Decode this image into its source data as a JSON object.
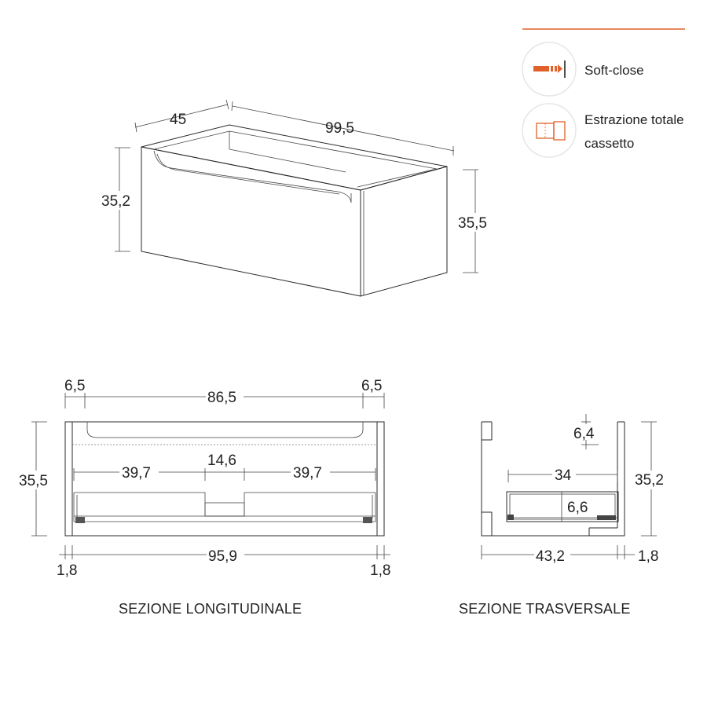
{
  "legend": {
    "items": [
      {
        "icon": "soft-close-icon",
        "label": "Soft-close"
      },
      {
        "icon": "full-extraction-drawer-icon",
        "label_line1": "Estrazione totale",
        "label_line2": "cassetto"
      }
    ],
    "accent_color": "#e0622a"
  },
  "perspective": {
    "depth": "45",
    "width": "99,5",
    "height_front": "35,2",
    "height_side": "35,5"
  },
  "longitudinal": {
    "caption": "SEZIONE LONGITUDINALE",
    "top_left": "6,5",
    "top_middle": "86,5",
    "top_right": "6,5",
    "inner_left": "39,7",
    "inner_middle": "14,6",
    "inner_right": "39,7",
    "height": "35,5",
    "bottom_left": "1,8",
    "bottom_middle": "95,9",
    "bottom_right": "1,8"
  },
  "transversal": {
    "caption": "SEZIONE TRASVERSALE",
    "top_gap": "6,4",
    "drawer_depth": "34",
    "drawer_height": "6,6",
    "height": "35,2",
    "bottom_depth": "43,2",
    "bottom_right": "1,8"
  }
}
